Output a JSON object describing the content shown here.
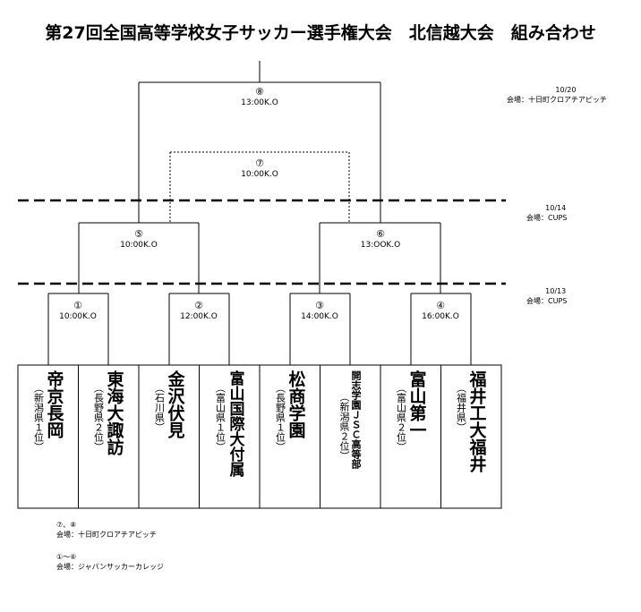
{
  "title": "第27回全国高等学校女子サッカー選手権大会　北信越大会　組み合わせ",
  "matches": [
    {
      "num": "⑧",
      "time": "13:00K.O"
    },
    {
      "num": "⑦",
      "time": "10:00K.O"
    },
    {
      "num": "⑤",
      "time": "10:00K.O"
    },
    {
      "num": "⑥",
      "time": "13:OOK.O"
    },
    {
      "num": "①",
      "time": "10:00K.O"
    },
    {
      "num": "②",
      "time": "12:00K.O"
    },
    {
      "num": "③",
      "time": "14:00K.O"
    },
    {
      "num": "④",
      "time": "16:00K.O"
    }
  ],
  "dates": [
    {
      "date": "10/20",
      "venue": "会場：十日町クロアチアピッチ"
    },
    {
      "date": "10/14",
      "venue": "会場：CUPS"
    },
    {
      "date": "10/13",
      "venue": "会場：CUPS"
    }
  ],
  "teams": [
    {
      "name": "帝京長岡",
      "pref": "（新潟県１位）"
    },
    {
      "name": "東海大諏訪",
      "pref": "（長野県２位）"
    },
    {
      "name": "金沢伏見",
      "pref": "（石川県）"
    },
    {
      "name": "富山国際大付属",
      "pref": "（富山県１位）"
    },
    {
      "name": "松商学園",
      "pref": "（長野県１位）"
    },
    {
      "name": "開志学園ＪＳＣ高等部",
      "pref": "（新潟県２位）"
    },
    {
      "name": "富山第一",
      "pref": "（富山県２位）"
    },
    {
      "name": "福井工大福井",
      "pref": "（福井県）"
    }
  ],
  "notes": [
    {
      "matches": "⑦、⑧",
      "venue": "会場：十日町クロアチアピッチ"
    },
    {
      "matches": "①～⑥",
      "venue": "会場：ジャパンサッカーカレッジ"
    }
  ]
}
